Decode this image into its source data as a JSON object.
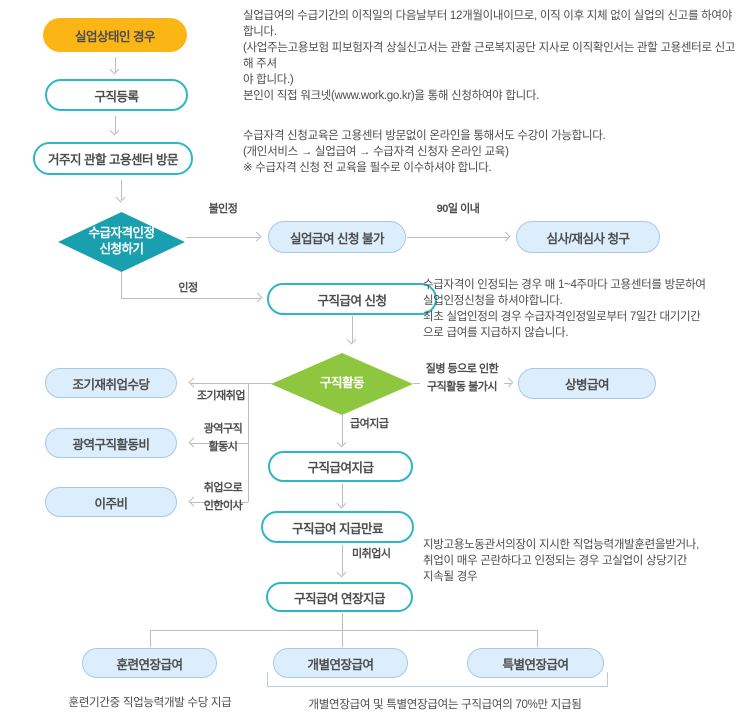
{
  "palette": {
    "orange": "#FBB615",
    "teal": "#2FB6C6",
    "teal_dark": "#1A9FAE",
    "green": "#8DC63F",
    "blue_fill": "#DCEDFB",
    "blue_border": "#A6C9EA",
    "line": "#BDBDBD",
    "bracket": "#B8CCE0",
    "text": "#4D4D4D"
  },
  "nodes": {
    "start": "실업상태인 경우",
    "register": "구직등록",
    "visit": "거주지 관할 고용센터 방문",
    "eligibility": "수급자격인정\n신청하기",
    "no_apply": "실업급여 신청 불가",
    "review": "심사/재심사 청구",
    "apply": "구직급여 신청",
    "activity": "구직활동",
    "sickness": "상병급여",
    "early": "조기재취업수당",
    "wide": "광역구직활동비",
    "moving": "이주비",
    "payment": "구직급여지급",
    "expire": "구직급여 지급만료",
    "extension": "구직급여 연장지급",
    "training_ext": "훈련연장급여",
    "individual_ext": "개별연장급여",
    "special_ext": "특별연장급여"
  },
  "edge_labels": {
    "denied": "불인정",
    "within90": "90일 이내",
    "approved": "인정",
    "sick_reason": "질병 등으로 인한\n구직활동 불가시",
    "pay": "급여지급",
    "early_reemployment": "조기재취업",
    "wide_activity": "광역구직\n활동시",
    "move_for_job": "취업으로\n인한이사",
    "not_employed": "미취업시"
  },
  "descriptions": {
    "report": "실업급여의 수급기간의 이직일의 다음날부터 12개월이내이므로, 이직 이후 지체 없이 실업의 신고를 하여야 합니다.\n(사업주는고용보험 피보험자격 상실신고서는 관할 근로복지공단 지사로 이직확인서는 관할 고용센터로 신고해 주셔\n야 합니다.)",
    "worknet": "본인이 직접 워크넷(www.work.go.kr)을 통해 신청하여야 합니다.",
    "education": "수급자격 신청교육은 고용센터 방문없이 온라인을 통해서도 수강이 가능합니다.\n(개인서비스 → 실업급여 → 수급자격 신청자 온라인 교육)\n※ 수급자격 신청 전 교육을 필수로 이수하셔야 합니다.",
    "recognition": "수급자격이 인정되는 경우 매 1~4주마다 고용센터를 방문하여\n실업인정신청을 하셔야합니다.\n최초 실업인정의 경우 수급자격인정일로부터 7일간 대기기간\n으로 급여를 지급하지 않습니다.",
    "extension_condition": "지방고용노동관서의장이 지시한 직업능력개발훈련을받거나,\n취업이 매우 곤란하다고 인정되는 경우 고실업이 상당기간\n지속될 경우",
    "training_note": "훈련기간중 직업능력개발 수당 지급",
    "extension_note": "개별연장급여 및 특별연장급여는 구직급여의 70%만 지급됨"
  }
}
